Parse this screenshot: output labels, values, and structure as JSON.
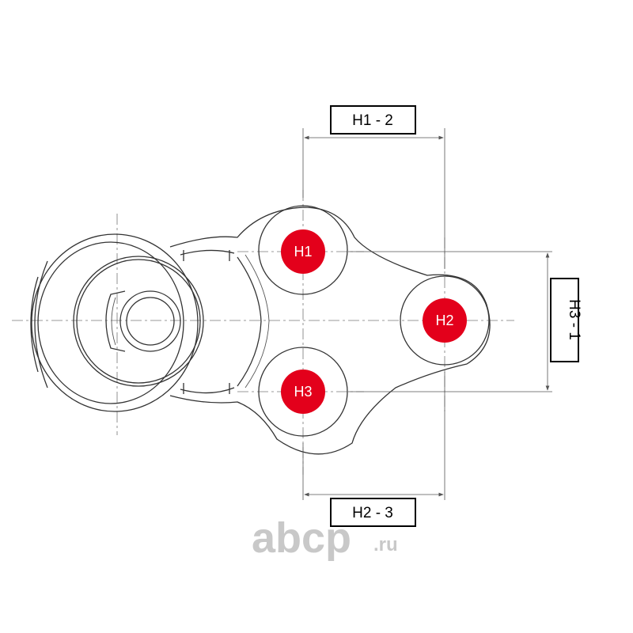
{
  "holes": [
    {
      "id": "h1",
      "label": "H1"
    },
    {
      "id": "h2",
      "label": "H2"
    },
    {
      "id": "h3",
      "label": "H3"
    }
  ],
  "dimensions": [
    {
      "id": "h1-2",
      "label": "H1 - 2"
    },
    {
      "id": "h3-1",
      "label": "H3 - 1"
    },
    {
      "id": "h2-3",
      "label": "H2 - 3"
    }
  ],
  "logo": {
    "main": "abcp",
    "suffix": ".ru"
  },
  "colors": {
    "hole_marker": "#e3001b",
    "line": "#333333",
    "logo": "#c8c8c8"
  }
}
